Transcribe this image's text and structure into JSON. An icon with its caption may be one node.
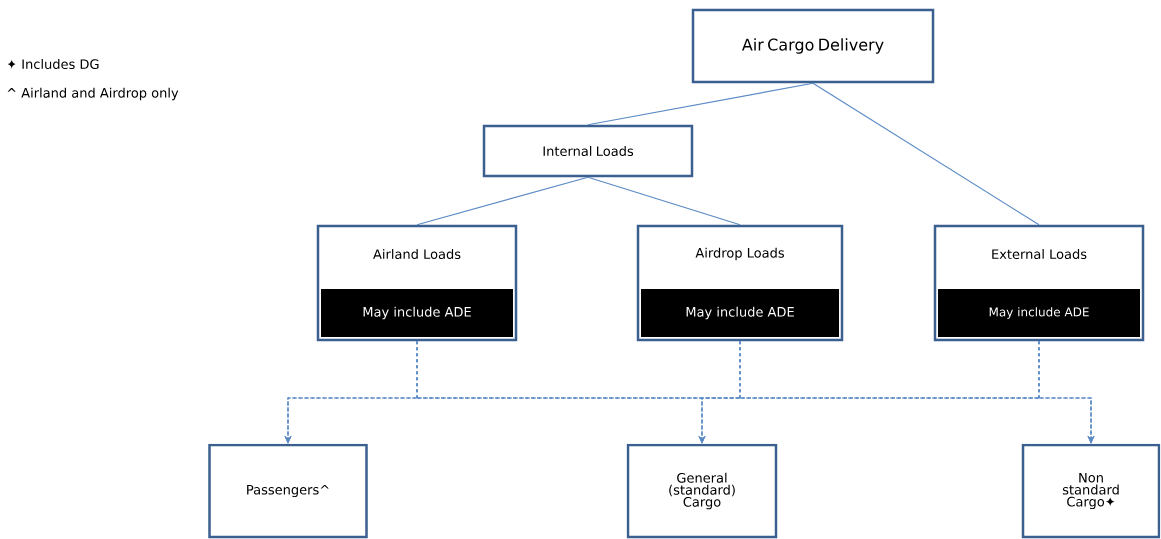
{
  "diagram": {
    "nodes": [
      {
        "text": [
          "Air Cargo Delivery"
        ]
      },
      {
        "text": [
          "Internal Loads"
        ]
      },
      {
        "text": [
          "Airland Loads"
        ]
      },
      {
        "text": [
          "May include ADE"
        ],
        "in": 2
      },
      {
        "text": [
          "Airdrop Loads"
        ]
      },
      {
        "text": [
          "May include ADE"
        ],
        "in": 4
      },
      {
        "text": [
          "External Loads"
        ]
      },
      {
        "text": [
          "May include ADE"
        ],
        "in": 6
      },
      {
        "text": [
          "Passengers^"
        ]
      },
      {
        "text": [
          "General (standard) Cargo"
        ]
      },
      {
        "text": [
          "Non standard Cargo✦"
        ]
      }
    ],
    "edges": [
      {
        "from": 0,
        "to": 1,
        "arrow": "none"
      },
      {
        "from": 0,
        "to": 6,
        "arrow": "none"
      },
      {
        "from": 1,
        "to": 2,
        "arrow": "none"
      },
      {
        "from": 1,
        "to": 4,
        "arrow": "none"
      },
      {
        "from": 2,
        "to": 8,
        "arrow": "to",
        "style": "dashed"
      },
      {
        "from": 2,
        "to": 9,
        "arrow": "to",
        "style": "dashed"
      },
      {
        "from": 2,
        "to": 10,
        "arrow": "to",
        "style": "dashed"
      },
      {
        "from": 4,
        "to": 8,
        "arrow": "to",
        "style": "dashed"
      },
      {
        "from": 4,
        "to": 9,
        "arrow": "to",
        "style": "dashed"
      },
      {
        "from": 4,
        "to": 10,
        "arrow": "to",
        "style": "dashed"
      },
      {
        "from": 6,
        "to": 8,
        "arrow": "to",
        "style": "dashed"
      },
      {
        "from": 6,
        "to": 9,
        "arrow": "to",
        "style": "dashed"
      },
      {
        "from": 6,
        "to": 10,
        "arrow": "to",
        "style": "dashed"
      }
    ],
    "labels": [
      "✦ Includes DG",
      "^ Airland and Airdrop only"
    ]
  }
}
